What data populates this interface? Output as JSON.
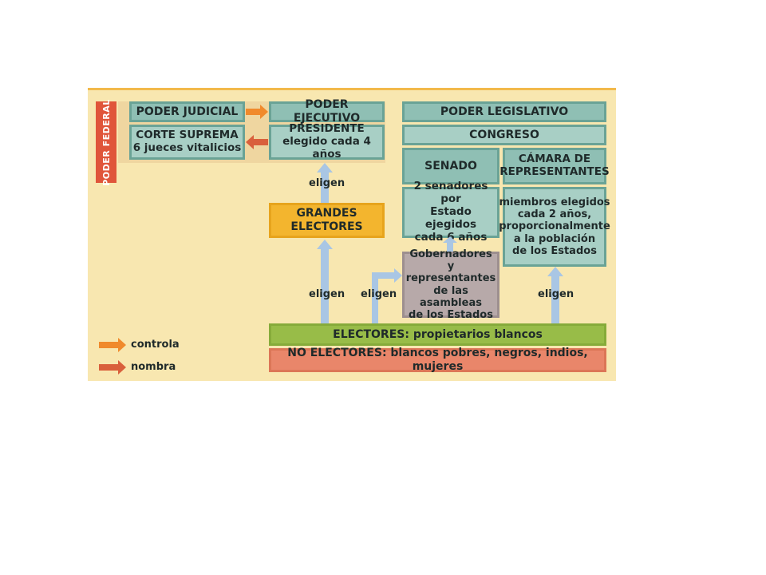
{
  "poder_federal": "PODER FEDERAL",
  "judicial": {
    "title": "PODER JUDICIAL",
    "body": "CORTE SUPREMA\n6 jueces vitalicios"
  },
  "ejecutivo": {
    "title": "PODER EJECUTIVO",
    "body": "PRESIDENTE\nelegido cada 4 años"
  },
  "legislativo": {
    "title": "PODER LEGISLATIVO",
    "congreso": "CONGRESO",
    "senado": "SENADO",
    "senado_body": "2 senadores por\nEstado ejegidos\ncada 6 años",
    "camara": "CÁMARA DE\nREPRESENTANTES",
    "camara_body": "miembros elegidos\ncada 2 años,\nproporcionalmente\na la población\nde los Estados"
  },
  "grandes_electores": "GRANDES\nELECTORES",
  "gobernadores": "Gobernadores y\nrepresentantes\nde las asambleas\nde los Estados",
  "eligen": [
    "eligen",
    "eligen",
    "eligen",
    "eligen"
  ],
  "electores": "ELECTORES: propietarios blancos",
  "no_electores": "NO ELECTORES: blancos pobres, negros, indios, mujeres",
  "legend": [
    {
      "label": "controla",
      "color": "#f08a2c"
    },
    {
      "label": "nombra",
      "color": "#d9603c"
    }
  ]
}
